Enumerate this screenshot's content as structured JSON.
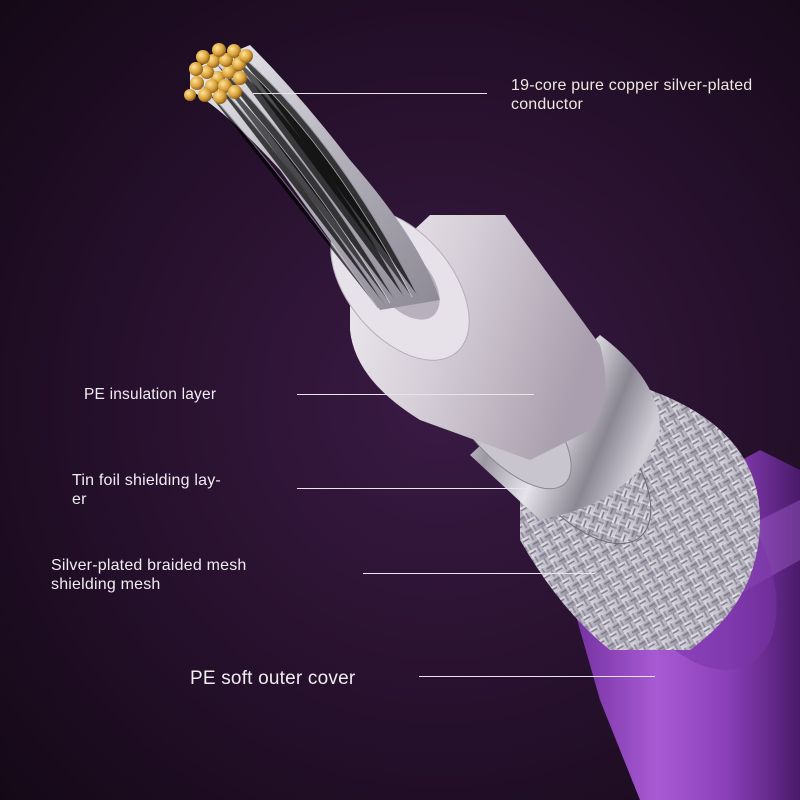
{
  "labels": {
    "conductor": "19-core pure copper silver-plated\nconductor",
    "insulation": "PE insulation layer",
    "foil": "Tin foil shielding lay-\ner",
    "braid": "Silver-plated braided mesh\nshielding mesh",
    "cover": "PE soft outer cover"
  },
  "colors": {
    "background": "#1e0d22",
    "outer_cover": "#8a3fb8",
    "braid": "#cfcdd6",
    "foil": "#d8d6dc",
    "insulation": "#d9d3da",
    "strands": "#c9c6cf",
    "copper_core": "#d9a23a"
  }
}
